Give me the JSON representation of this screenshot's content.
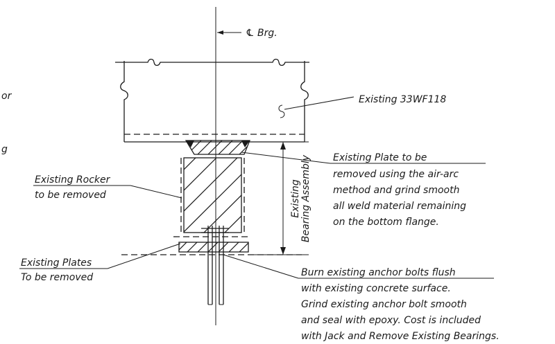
{
  "labels": {
    "centerline": "℄ Brg.",
    "beam": "Existing 33WF118",
    "rocker_line1": "Existing Rocker",
    "rocker_line2": "to be removed",
    "plates_line1": "Existing Plates",
    "plates_line2": "To be removed",
    "plate_note": [
      "Existing Plate to be",
      "removed using the air-arc",
      "method and grind smooth",
      "all weld material remaining",
      "on the bottom flange."
    ],
    "bearing_line1": "Existing",
    "bearing_line2": "Bearing Assembly",
    "bolt_note": [
      "Burn existing anchor bolts flush",
      "with existing concrete surface.",
      "Grind existing anchor bolt smooth",
      "and seal with epoxy. Cost is included",
      "with Jack and Remove Existing Bearings."
    ],
    "edge_fragments": [
      "or",
      "g"
    ]
  }
}
